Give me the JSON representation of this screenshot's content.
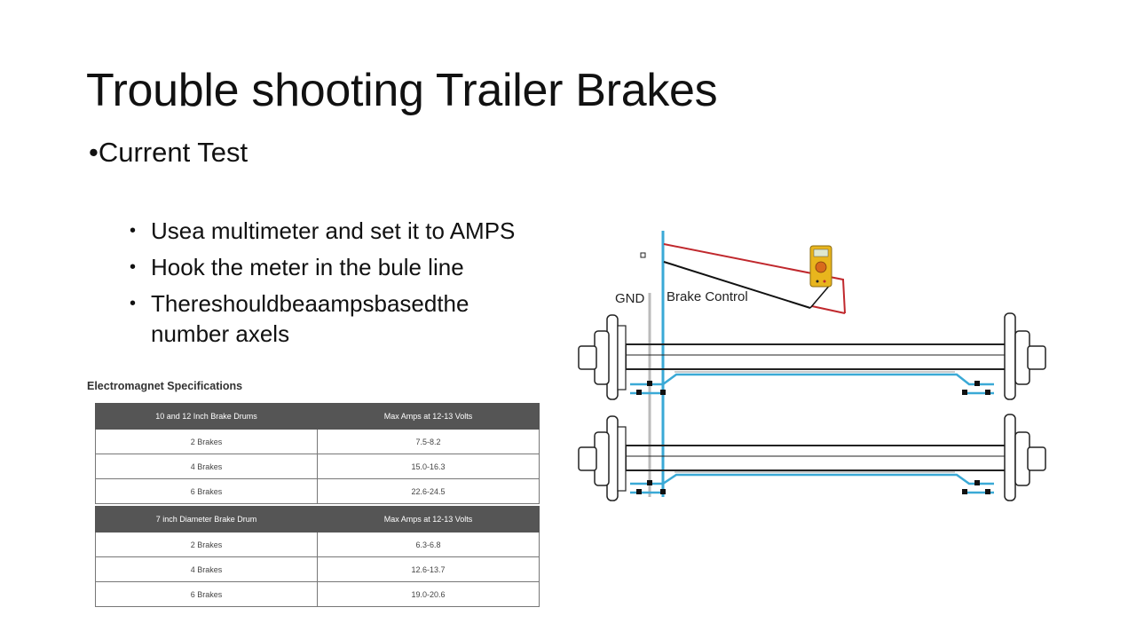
{
  "slide": {
    "title": "Trouble shooting Trailer Brakes",
    "level1": "Current Test",
    "level1_bullet": "•",
    "bullets": [
      "Usea multimeter and set it to AMPS",
      "Hook the meter in the bule line",
      "Thereshouldbeaampsbasedthe number axels"
    ],
    "bullet_glyph": "•"
  },
  "specs": {
    "heading": "Electromagnet Specifications",
    "tables": [
      {
        "headers": [
          "10 and 12 Inch Brake Drums",
          "Max Amps at 12-13 Volts"
        ],
        "rows": [
          [
            "2 Brakes",
            "7.5-8.2"
          ],
          [
            "4 Brakes",
            "15.0-16.3"
          ],
          [
            "6 Brakes",
            "22.6-24.5"
          ]
        ]
      },
      {
        "headers": [
          "7 inch Diameter Brake Drum",
          "Max Amps at 12-13 Volts"
        ],
        "rows": [
          [
            "2 Brakes",
            "6.3-6.8"
          ],
          [
            "4 Brakes",
            "12.6-13.7"
          ],
          [
            "6 Brakes",
            "19.0-20.6"
          ]
        ]
      }
    ]
  },
  "diagram": {
    "gnd_label": "GND",
    "brake_control_label": "Brake Control",
    "colors": {
      "blue_wire": "#3aa9d6",
      "red_wire": "#c0282d",
      "meter_body": "#e8b51d"
    }
  }
}
